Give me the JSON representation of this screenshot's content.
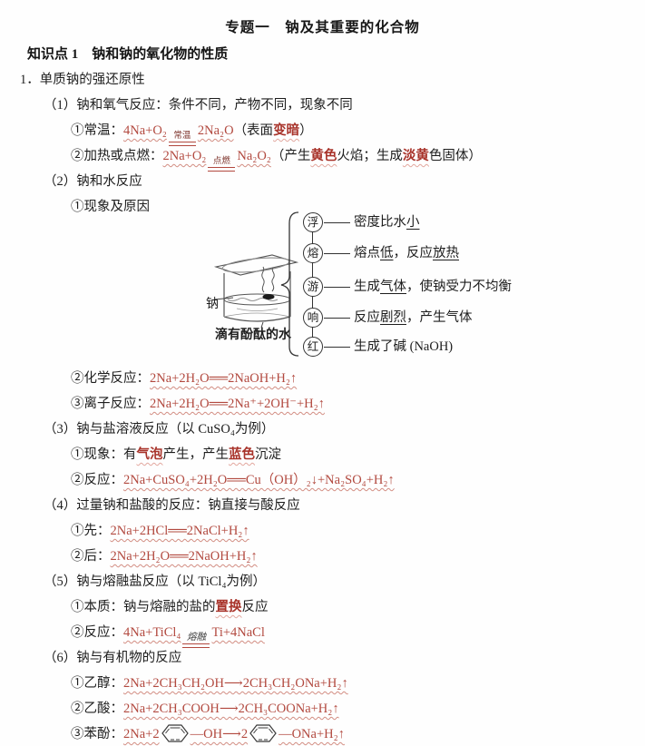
{
  "title": "专题一　钠及其重要的化合物",
  "colors": {
    "equation_red": "#b2493f",
    "keyword_red": "#a8332a",
    "text_black": "#1d1d1d"
  },
  "content": {
    "lines_before": [
      {
        "ind": 30,
        "lc": "h2",
        "n": "section-heading",
        "s": [
          {
            "c": "b",
            "t": "知识点 1　钠和钠的氧化物的性质",
            "n": "knowledge-point-title"
          }
        ]
      },
      {
        "ind": 22,
        "n": "item-1-heading",
        "s": [
          {
            "c": "p",
            "t": "1．单质钠的强还原性"
          }
        ]
      },
      {
        "ind": 48,
        "n": "sub-item-1",
        "s": [
          {
            "c": "p",
            "t": "（1）钠和氧气反应：条件不同，产物不同，现象不同"
          }
        ]
      },
      {
        "ind": 78,
        "n": "reaction-room-temp",
        "s": [
          {
            "c": "p",
            "t": "①常温："
          },
          {
            "c": "eq",
            "t": "4Na+O₂"
          },
          {
            "cond": "常温"
          },
          {
            "c": "eq",
            "t": "2Na₂O"
          },
          {
            "c": "p",
            "t": "（表面"
          },
          {
            "c": "hl",
            "t": "变暗"
          },
          {
            "c": "p",
            "t": "）"
          }
        ]
      },
      {
        "ind": 78,
        "n": "reaction-heated",
        "s": [
          {
            "c": "p",
            "t": "②加热或点燃："
          },
          {
            "c": "eq",
            "t": "2Na+O₂"
          },
          {
            "cond": "点燃"
          },
          {
            "c": "eq",
            "t": "Na₂O₂"
          },
          {
            "c": "p",
            "t": "（产生"
          },
          {
            "c": "hl",
            "t": "黄色"
          },
          {
            "c": "p",
            "t": "火焰；生成"
          },
          {
            "c": "hl",
            "t": "淡黄"
          },
          {
            "c": "p",
            "t": "色固体）"
          }
        ]
      },
      {
        "ind": 48,
        "n": "sub-item-2",
        "s": [
          {
            "c": "p",
            "t": "（2）钠和水反应"
          }
        ]
      },
      {
        "ind": 78,
        "n": "phenomena-heading",
        "s": [
          {
            "c": "p",
            "t": "①现象及原因"
          }
        ]
      }
    ],
    "lines_after": [
      {
        "ind": 78,
        "n": "chemical-equation-water",
        "s": [
          {
            "c": "p",
            "t": "②化学反应："
          },
          {
            "c": "eq",
            "t": "2Na+2H₂O══2NaOH+H₂↑"
          }
        ]
      },
      {
        "ind": 78,
        "n": "ionic-equation-water",
        "s": [
          {
            "c": "p",
            "t": "③离子反应："
          },
          {
            "c": "eq",
            "t": "2Na+2H₂O══2Na⁺+2OH⁻+H₂↑"
          }
        ]
      },
      {
        "ind": 48,
        "n": "sub-item-3",
        "s": [
          {
            "c": "p",
            "t": "（3）钠与盐溶液反应（以 CuSO₄为例）"
          }
        ]
      },
      {
        "ind": 78,
        "n": "salt-phenomena",
        "s": [
          {
            "c": "p",
            "t": "①现象：有"
          },
          {
            "c": "hl",
            "t": "气泡"
          },
          {
            "c": "p",
            "t": "产生，产生"
          },
          {
            "c": "hl",
            "t": "蓝色"
          },
          {
            "c": "p",
            "t": "沉淀"
          }
        ]
      },
      {
        "ind": 78,
        "n": "salt-equation",
        "s": [
          {
            "c": "p",
            "t": "②反应："
          },
          {
            "c": "eq",
            "t": "2Na+CuSO₄+2H₂O══Cu（OH）₂↓+Na₂SO₄+H₂↑"
          }
        ]
      },
      {
        "ind": 48,
        "n": "sub-item-4",
        "s": [
          {
            "c": "p",
            "t": "（4）过量钠和盐酸的反应：钠直接与酸反应"
          }
        ]
      },
      {
        "ind": 78,
        "n": "acid-first-equation",
        "s": [
          {
            "c": "p",
            "t": "①先："
          },
          {
            "c": "eq",
            "t": "2Na+2HCl══2NaCl+H₂↑"
          }
        ]
      },
      {
        "ind": 78,
        "n": "acid-then-equation",
        "s": [
          {
            "c": "p",
            "t": "②后："
          },
          {
            "c": "eq",
            "t": "2Na+2H₂O══2NaOH+H₂↑"
          }
        ]
      },
      {
        "ind": 48,
        "n": "sub-item-5",
        "s": [
          {
            "c": "p",
            "t": "（5）钠与熔融盐反应（以 TiCl₄为例）"
          }
        ]
      },
      {
        "ind": 78,
        "n": "molten-salt-essence",
        "s": [
          {
            "c": "p",
            "t": "①本质：钠与熔融的盐的"
          },
          {
            "c": "hl",
            "t": "置换"
          },
          {
            "c": "p",
            "t": "反应"
          }
        ]
      },
      {
        "ind": 78,
        "n": "molten-salt-equation",
        "s": [
          {
            "c": "p",
            "t": "②反应："
          },
          {
            "c": "eq",
            "t": "4Na+TiCl₄"
          },
          {
            "cond": "熔融",
            "i": true
          },
          {
            "c": "eq",
            "t": "Ti+4NaCl"
          }
        ]
      },
      {
        "ind": 48,
        "n": "sub-item-6",
        "s": [
          {
            "c": "p",
            "t": "（6）钠与有机物的反应"
          }
        ]
      },
      {
        "ind": 78,
        "n": "ethanol-equation",
        "s": [
          {
            "c": "p",
            "t": "①乙醇："
          },
          {
            "c": "eq",
            "t": "2Na+2CH₃CH₂OH⟶2CH₃CH₂ONa+H₂↑"
          }
        ]
      },
      {
        "ind": 78,
        "n": "acetic-acid-equation",
        "s": [
          {
            "c": "p",
            "t": "②乙酸："
          },
          {
            "c": "eq",
            "t": "2Na+2CH₃COOH⟶2CH₃COONa+H₂↑"
          }
        ]
      },
      {
        "ind": 78,
        "n": "phenol-equation",
        "s": [
          {
            "c": "p",
            "t": "③苯酚："
          },
          {
            "c": "eq",
            "t": "2Na+2"
          },
          {
            "benz": true
          },
          {
            "c": "eq",
            "t": "—OH⟶2"
          },
          {
            "benz": true
          },
          {
            "c": "eq",
            "t": "—ONa+H₂↑"
          }
        ]
      }
    ]
  },
  "diagram": {
    "sodium_label": "钠",
    "water_label": "滴有酚酞的水",
    "items": [
      {
        "label": "浮",
        "desc": [
          {
            "c": "p",
            "t": "密度比水"
          },
          {
            "c": "u",
            "t": "小"
          }
        ]
      },
      {
        "label": "熔",
        "desc": [
          {
            "c": "p",
            "t": "熔点"
          },
          {
            "c": "u",
            "t": "低"
          },
          {
            "c": "p",
            "t": "，反应"
          },
          {
            "c": "u",
            "t": "放热"
          }
        ]
      },
      {
        "label": "游",
        "desc": [
          {
            "c": "p",
            "t": "生成"
          },
          {
            "c": "u",
            "t": "气体"
          },
          {
            "c": "p",
            "t": "，使钠受力不均衡"
          }
        ]
      },
      {
        "label": "响",
        "desc": [
          {
            "c": "p",
            "t": "反应"
          },
          {
            "c": "u",
            "t": "剧烈"
          },
          {
            "c": "p",
            "t": "，产生气体"
          }
        ]
      },
      {
        "label": "红",
        "desc": [
          {
            "c": "p",
            "t": "生成了碱 (NaOH)"
          }
        ]
      }
    ]
  }
}
